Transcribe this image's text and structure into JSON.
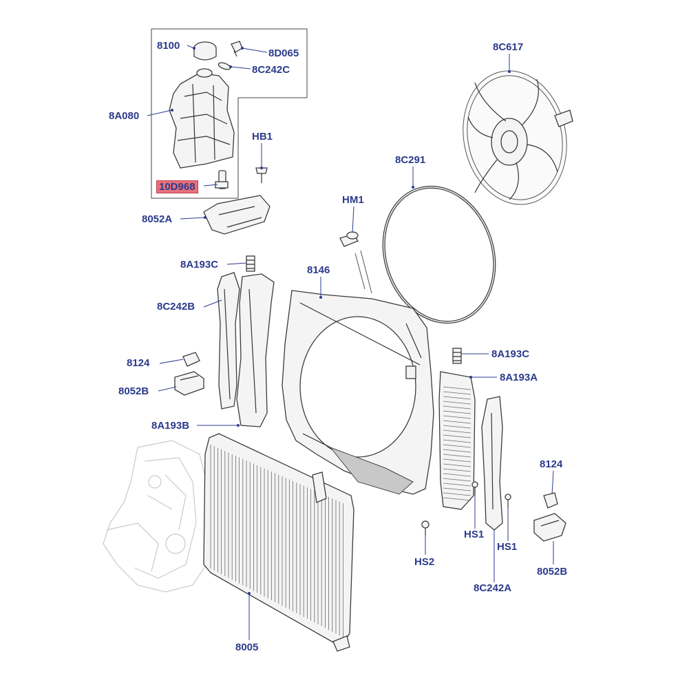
{
  "colors": {
    "label": "#2b3a8c",
    "highlight": "#e8707a"
  },
  "labels": {
    "l8100": "8100",
    "l8D065": "8D065",
    "l8C242C": "8C242C",
    "l8A080": "8A080",
    "l10D968": "10D968",
    "lHB1": "HB1",
    "l8052A": "8052A",
    "l8C617": "8C617",
    "l8C291": "8C291",
    "lHM1": "HM1",
    "l8A193C_top": "8A193C",
    "l8146": "8146",
    "l8C242B": "8C242B",
    "l8124_left": "8124",
    "l8052B_left": "8052B",
    "l8A193B": "8A193B",
    "l8A193C_right": "8A193C",
    "l8A193A": "8A193A",
    "l8124_right": "8124",
    "lHS1_a": "HS1",
    "lHS1_b": "HS1",
    "lHS2": "HS2",
    "l8C242A": "8C242A",
    "l8052B_right": "8052B",
    "l8005": "8005"
  }
}
